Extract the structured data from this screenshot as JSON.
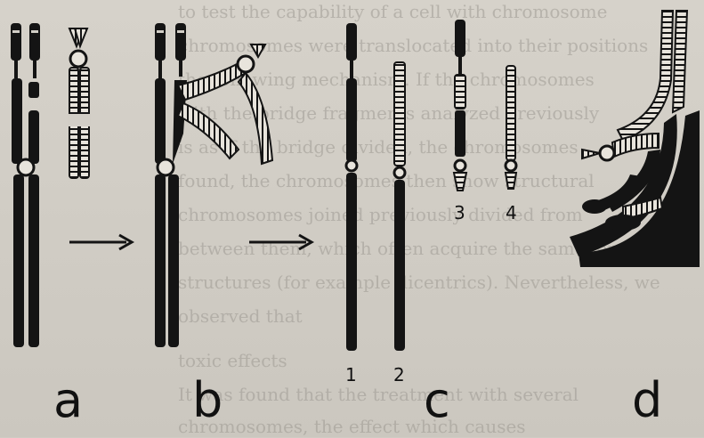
{
  "background_text": {
    "lines": [
      "to test the capability of a cell with chromosome",
      "chromosomes were translocated into their positions",
      "the following mechanism. If the chromosomes",
      "with the bridge fragments analyzed previously",
      "is as if the bridge divided, the chromosomes",
      "found, the chromosomes then show structural",
      "chromosomes joined previously divided from",
      "between them, which often acquire the same length",
      "structures (for example dicentrics). Nevertheless, we",
      "observed that",
      "toxic effects",
      "It was found that the treatment with several",
      "chromosomes, the effect which causes"
    ]
  },
  "figure": {
    "panels": [
      {
        "label": "a"
      },
      {
        "label": "b"
      },
      {
        "label": "c"
      },
      {
        "label": "d"
      }
    ],
    "chromosome_numbers": [
      "1",
      "2",
      "3",
      "4"
    ]
  },
  "colors": {
    "ink": "#141414",
    "paper": "#d2cec6"
  }
}
